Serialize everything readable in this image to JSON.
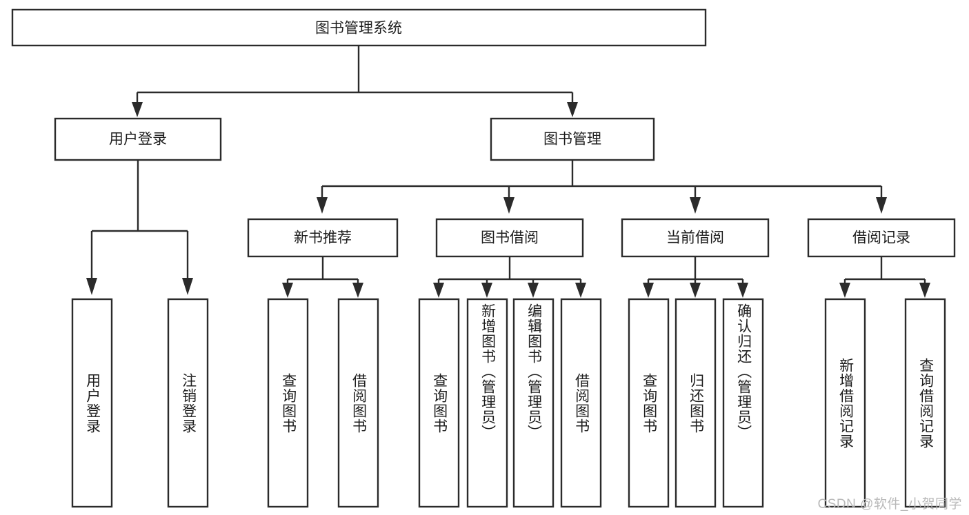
{
  "diagram": {
    "type": "hierarchy-tree",
    "title": "图书管理系统",
    "watermark": "CSDN @软件_小贺同学",
    "colors": {
      "background": "#ffffff",
      "stroke": "#2b2b2b",
      "text": "#1d1d1d",
      "watermark": "#b9b9b9"
    },
    "root": {
      "label": "图书管理系统"
    },
    "level2": [
      {
        "label": "用户登录"
      },
      {
        "label": "图书管理"
      }
    ],
    "level3": [
      {
        "label": "新书推荐"
      },
      {
        "label": "图书借阅"
      },
      {
        "label": "当前借阅"
      },
      {
        "label": "借阅记录"
      }
    ],
    "leaves": {
      "user_login": [
        {
          "label": "用户登录"
        },
        {
          "label": "注销登录"
        }
      ],
      "new_book_recommend": [
        {
          "label": "查询图书"
        },
        {
          "label": "借阅图书"
        }
      ],
      "book_borrow": [
        {
          "label": "查询图书"
        },
        {
          "label": "新增图书（管理员）"
        },
        {
          "label": "编辑图书（管理员）"
        },
        {
          "label": "借阅图书"
        }
      ],
      "current_borrow": [
        {
          "label": "查询图书"
        },
        {
          "label": "归还图书"
        },
        {
          "label": "确认归还（管理员）"
        }
      ],
      "borrow_record": [
        {
          "label": "新增借阅记录"
        },
        {
          "label": "查询借阅记录"
        }
      ]
    }
  }
}
